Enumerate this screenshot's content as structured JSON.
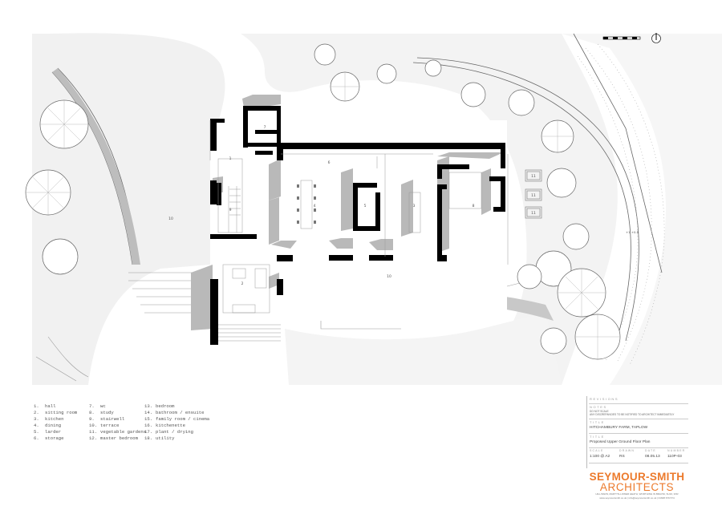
{
  "legend": {
    "col1": [
      {
        "num": "1.",
        "label": "hall"
      },
      {
        "num": "2.",
        "label": "sitting room"
      },
      {
        "num": "3.",
        "label": "kitchen"
      },
      {
        "num": "4.",
        "label": "dining"
      },
      {
        "num": "5.",
        "label": "larder"
      },
      {
        "num": "6.",
        "label": "storage"
      }
    ],
    "col2": [
      {
        "num": "7.",
        "label": "wc"
      },
      {
        "num": "8.",
        "label": "study"
      },
      {
        "num": "9.",
        "label": "stairwell"
      },
      {
        "num": "10.",
        "label": "terrace"
      },
      {
        "num": "11.",
        "label": "vegetable gardens"
      },
      {
        "num": "12.",
        "label": "master bedroom"
      }
    ],
    "col3": [
      {
        "num": "13.",
        "label": "bedroom"
      },
      {
        "num": "14.",
        "label": "bathroom / ensuite"
      },
      {
        "num": "15.",
        "label": "family room / cinema"
      },
      {
        "num": "16.",
        "label": "kitchenette"
      },
      {
        "num": "17.",
        "label": "plant / drying"
      },
      {
        "num": "18.",
        "label": "utility"
      }
    ]
  },
  "plan_labels": {
    "hall": "1",
    "sitting": "2",
    "kitchen": "3",
    "dining": "4",
    "larder": "5",
    "storage": "6",
    "wc": "7",
    "study": "8",
    "stair": "9",
    "terrace_west": "10",
    "terrace_south": "10",
    "veg1": "11",
    "veg2": "11",
    "veg3": "11",
    "spot": "+1  +0.5"
  },
  "title_block": {
    "revisions_heading": "REVISIONS",
    "notes_heading": "NOTES",
    "notes_line1": "DO NOT SCALE",
    "notes_line2": "ANY DISCREPANCIES TO BE NOTIFIED TO ARCHITECT IMMEDIATELY",
    "project_name": "HITCHAMBURY FARM, TAPLOW",
    "title_heading": "TITLE",
    "project_heading": "TITLE",
    "drawing_title": "Proposed Upper Ground Floor Plan",
    "scale_heading": "SCALE",
    "drawn_heading": "DRAWN",
    "date_heading": "DATE",
    "number_heading": "NUMBER",
    "scale": "1:100 @ A2",
    "drawn": "RS",
    "date": "08.05.13",
    "number": "110P-03"
  },
  "brand": {
    "line1": "SEYMOUR-SMITH",
    "line2": "ARCHITECTS",
    "address": "HILL BARN, MARTYN-LOWER HEATH, WORTHING IN BRAVNI, SU16, 3XR",
    "contact": "www.seymoursmith.co.uk  |  info@seymoursmith.co.uk  |  01608 679 574"
  },
  "colors": {
    "wall": "#000000",
    "shadow": "#b4b4b4",
    "landscape": "#f2f2f2",
    "line": "#8a8a8a",
    "brand": "#ec7a2c"
  },
  "icons": [
    "scale-bar-icon",
    "north-arrow-icon"
  ]
}
